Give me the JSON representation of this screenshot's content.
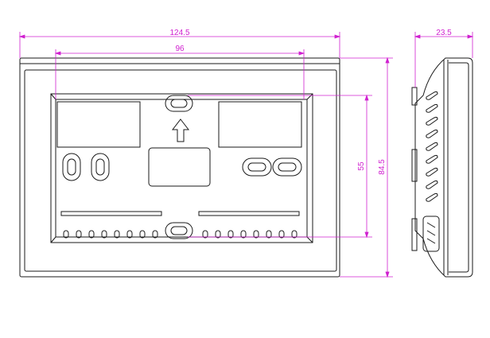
{
  "colors": {
    "outline": "#1a1a1a",
    "dimension": "#d020d0",
    "background": "#ffffff"
  },
  "dimensions": {
    "overall_width": "124.5",
    "mounting_hole_spacing": "96",
    "depth": "23.5",
    "inner_height": "55",
    "overall_height": "84.5"
  },
  "icons": {
    "mount_arrow": "up-arrow-icon"
  }
}
